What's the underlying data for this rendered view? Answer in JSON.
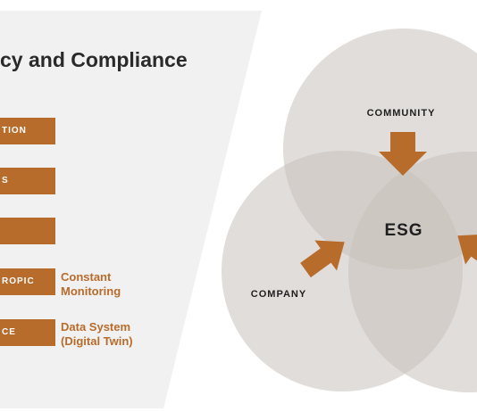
{
  "slide": {
    "title": "cy and Compliance",
    "tags": [
      {
        "label": "TION"
      },
      {
        "label": "S"
      },
      {
        "label": ""
      },
      {
        "label": "ROPIC"
      },
      {
        "label": "CE"
      }
    ],
    "notes": [
      {
        "line1": "Constant",
        "line2": "Monitoring"
      },
      {
        "line1": "Data System",
        "line2": "(Digital Twin)"
      }
    ]
  },
  "diagram": {
    "center_label": "ESG",
    "circles": [
      {
        "label": "COMMUNITY"
      },
      {
        "label": "COMPANY"
      },
      {
        "label": ""
      }
    ]
  },
  "colors": {
    "accent": "#b86c2b",
    "circle_fill": "#c9c1bb",
    "panel": "#f1f1f1"
  }
}
